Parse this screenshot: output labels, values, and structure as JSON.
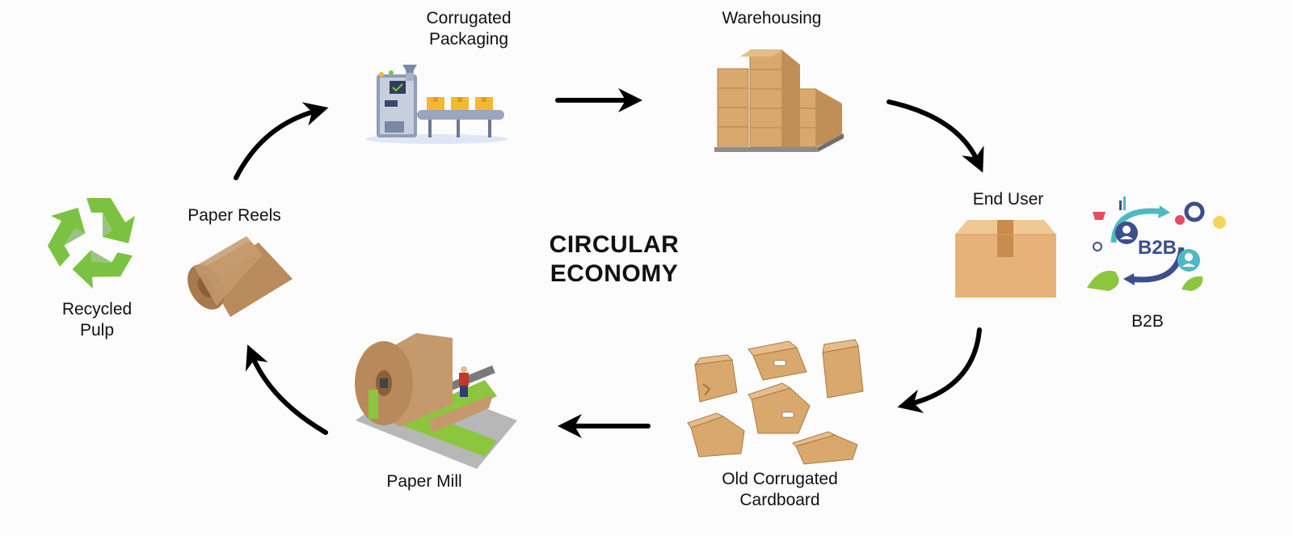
{
  "title": {
    "line1": "CIRCULAR",
    "line2": "ECONOMY"
  },
  "nodes": {
    "corrugated_packaging": {
      "line1": "Corrugated",
      "line2": "Packaging"
    },
    "warehousing": {
      "label": "Warehousing"
    },
    "end_user": {
      "label": "End User"
    },
    "b2b": {
      "label": "B2B",
      "badge": "B2B"
    },
    "old_corrugated_cardboard": {
      "line1": "Old Corrugated",
      "line2": "Cardboard"
    },
    "paper_mill": {
      "label": "Paper Mill"
    },
    "paper_reels": {
      "label": "Paper Reels"
    },
    "recycled_pulp": {
      "line1": "Recycled",
      "line2": "Pulp"
    }
  },
  "colors": {
    "arrow": "#000000",
    "cardboard": "#d9a86c",
    "recycle_green": "#7cc242",
    "machine_green": "#8cc63f",
    "kraft": "#c49a6c"
  }
}
